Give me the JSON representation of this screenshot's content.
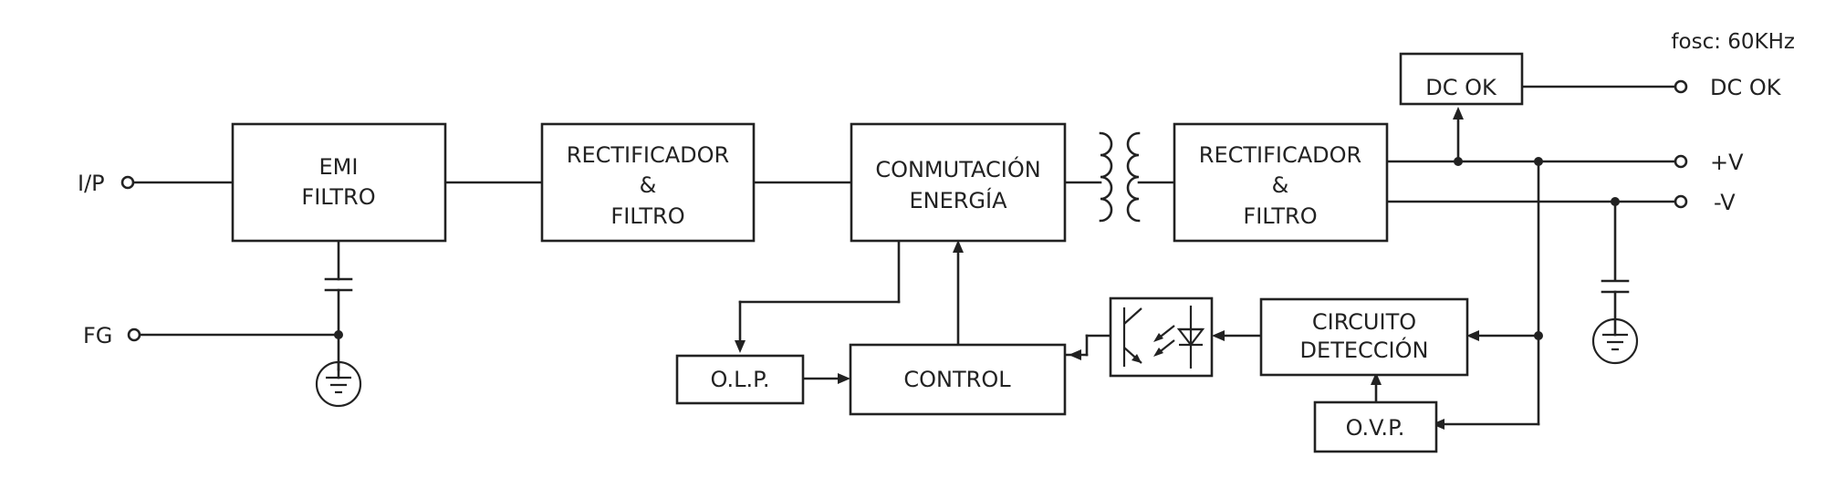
{
  "frequency_note": "fosc: 60KHz",
  "terminals": {
    "input": "I/P",
    "frame_ground": "FG",
    "dc_ok": "DC OK",
    "plus_v": "+V",
    "minus_v": "-V"
  },
  "blocks": {
    "emi_filter": [
      "EMI",
      "FILTRO"
    ],
    "input_rectifier": [
      "RECTIFICADOR",
      "&",
      "FILTRO"
    ],
    "switching": [
      "CONMUTACIÓN",
      "ENERGÍA"
    ],
    "output_rectifier": [
      "RECTIFICADOR",
      "&",
      "FILTRO"
    ],
    "dc_ok": "DC OK",
    "detection": [
      "CIRCUITO",
      "DETECCIÓN"
    ],
    "olp": "O.L.P.",
    "control": "CONTROL",
    "ovp": "O.V.P."
  },
  "icons": [
    "transformer-icon",
    "optocoupler-icon",
    "ground-icon",
    "capacitor-icon",
    "terminal-icon"
  ]
}
